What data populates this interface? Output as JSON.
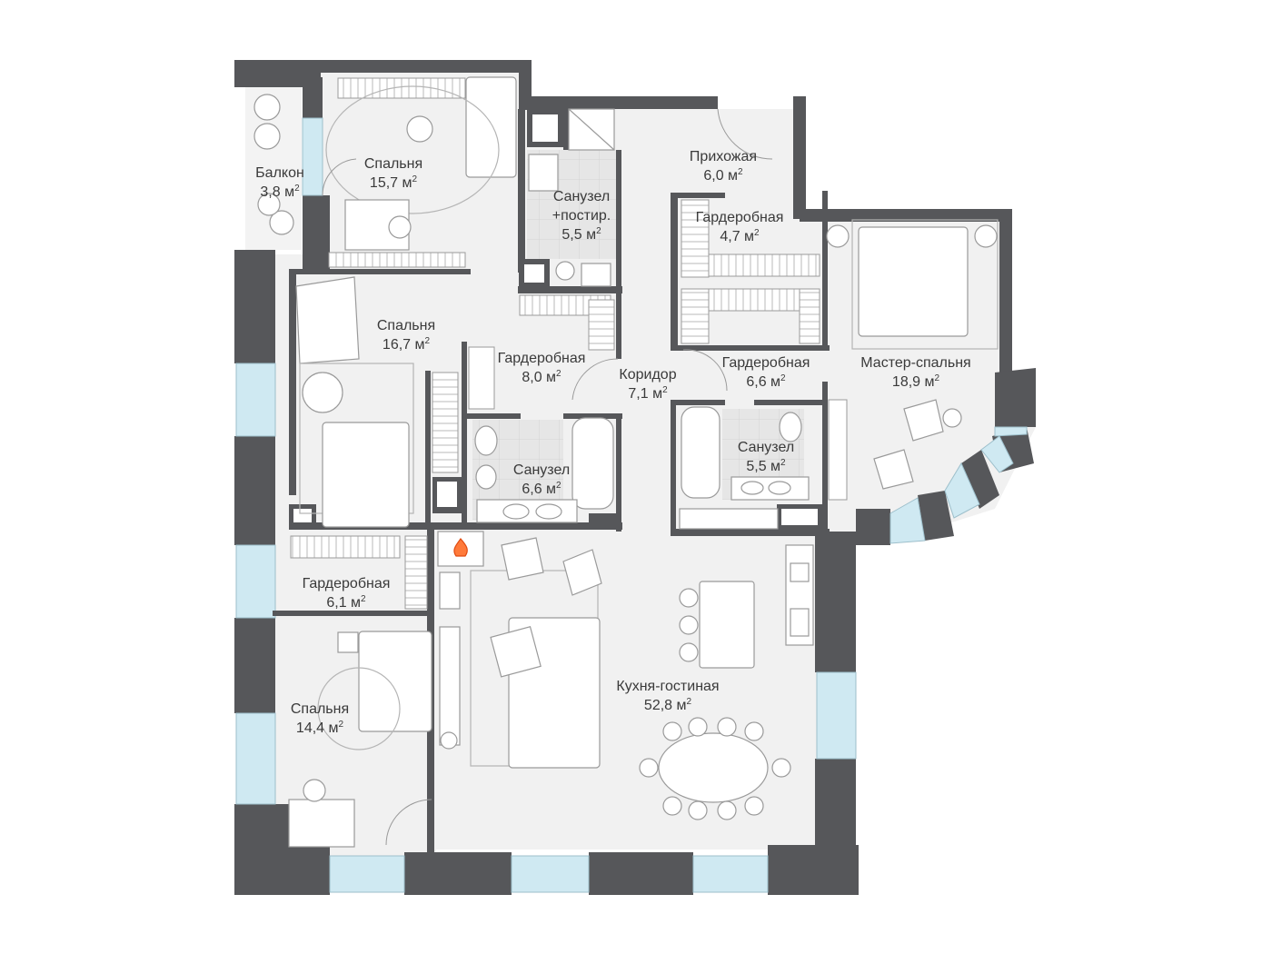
{
  "colors": {
    "floor": "#f0f0f0",
    "wall": "#56575a",
    "outline": "#8a8a8a",
    "window": "#cfe9f2",
    "furniture": "#ffffff",
    "furniture_stroke": "#9a9a9a",
    "stripe": "#bdbdbd"
  },
  "area_superscript": "2",
  "rooms": [
    {
      "id": "balcony",
      "name": "Балкон",
      "area": "3,8 м"
    },
    {
      "id": "bedroom1",
      "name": "Спальня",
      "area": "15,7 м"
    },
    {
      "id": "bath1",
      "name": "Санузел +постир.",
      "area": "5,5 м"
    },
    {
      "id": "hall",
      "name": "Прихожая",
      "area": "6,0 м"
    },
    {
      "id": "wardrobe1",
      "name": "Гардеробная",
      "area": "4,7 м"
    },
    {
      "id": "bedroom2",
      "name": "Спальня",
      "area": "16,7 м"
    },
    {
      "id": "wardrobe2",
      "name": "Гардеробная",
      "area": "8,0 м"
    },
    {
      "id": "corridor",
      "name": "Коридор",
      "area": "7,1 м"
    },
    {
      "id": "wardrobe3",
      "name": "Гардеробная",
      "area": "6,6 м"
    },
    {
      "id": "master",
      "name": "Мастер-спальня",
      "area": "18,9 м"
    },
    {
      "id": "bath2",
      "name": "Санузел",
      "area": "6,6 м"
    },
    {
      "id": "bath3",
      "name": "Санузел",
      "area": "5,5 м"
    },
    {
      "id": "wardrobe4",
      "name": "Гардеробная",
      "area": "6,1 м"
    },
    {
      "id": "kitchen",
      "name": "Кухня-гостиная",
      "area": "52,8 м"
    },
    {
      "id": "bedroom3",
      "name": "Спальня",
      "area": "14,4 м"
    }
  ],
  "icons": [
    "fireplace-icon",
    "door-swing-icon",
    "bed-icon",
    "bathtub-icon",
    "toilet-icon",
    "sink-icon",
    "armchair-icon",
    "sofa-icon",
    "dining-table-icon",
    "chair-icon",
    "desk-icon",
    "stove-icon",
    "washing-machine-icon",
    "shower-icon",
    "umbrella-icon",
    "teddy-bear-icon",
    "plant-icon",
    "rug-icon"
  ]
}
